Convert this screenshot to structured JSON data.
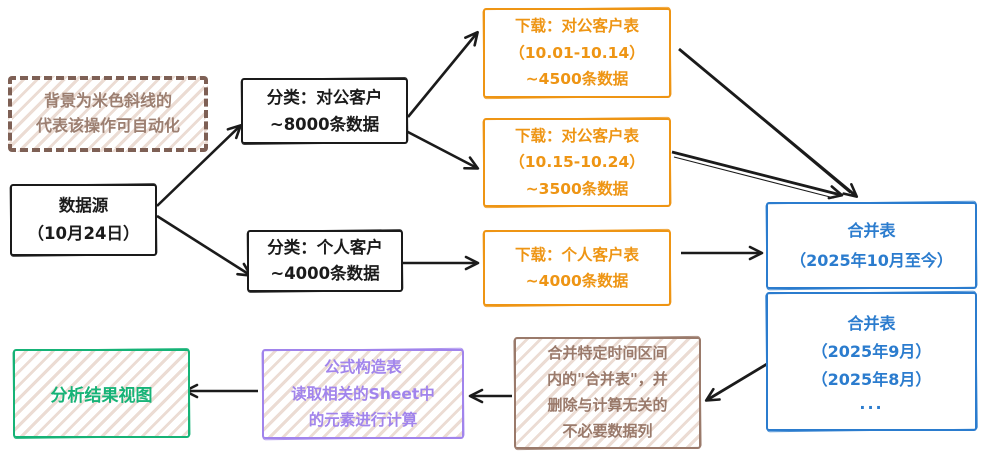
{
  "colors": {
    "black": "#1b1b1b",
    "orange": "#ee9514",
    "blue": "#2b7cce",
    "brown": "#9a7a6b",
    "brown-dark": "#7e6055",
    "annot-text": "#9c7f71",
    "purple": "#a184ec",
    "green": "#16b377",
    "stripe": "#cea892"
  },
  "annotation": {
    "lines": [
      "背景为米色斜线的",
      "代表该操作可自动化"
    ]
  },
  "nodes": {
    "source": {
      "lines": [
        "数据源",
        "（10月24日）"
      ]
    },
    "cls_corporate": {
      "lines": [
        "分类：对公客户",
        "~8000条数据"
      ]
    },
    "cls_personal": {
      "lines": [
        "分类：个人客户",
        "~4000条数据"
      ]
    },
    "dl_corporate1": {
      "lines": [
        "下载：对公客户表",
        "（10.01-10.14）",
        "~4500条数据"
      ]
    },
    "dl_corporate2": {
      "lines": [
        "下载：对公客户表",
        "（10.15-10.24）",
        "~3500条数据"
      ]
    },
    "dl_personal": {
      "lines": [
        "下载：个人客户表",
        "~4000条数据"
      ]
    },
    "merge_current": {
      "lines": [
        "合并表",
        "（2025年10月至今）"
      ]
    },
    "merge_history": {
      "lines": [
        "合并表",
        "（2025年9月）",
        "（2025年8月）",
        "..."
      ]
    },
    "merge_filter": {
      "lines": [
        "合并特定时间区间",
        "内的\"合并表\"，并",
        "删除与计算无关的",
        "不必要数据列"
      ]
    },
    "formula_table": {
      "lines": [
        "公式构造表",
        "读取相关的Sheet中",
        "的元素进行计算"
      ]
    },
    "result_view": {
      "lines": [
        "分析结果视图"
      ]
    }
  }
}
